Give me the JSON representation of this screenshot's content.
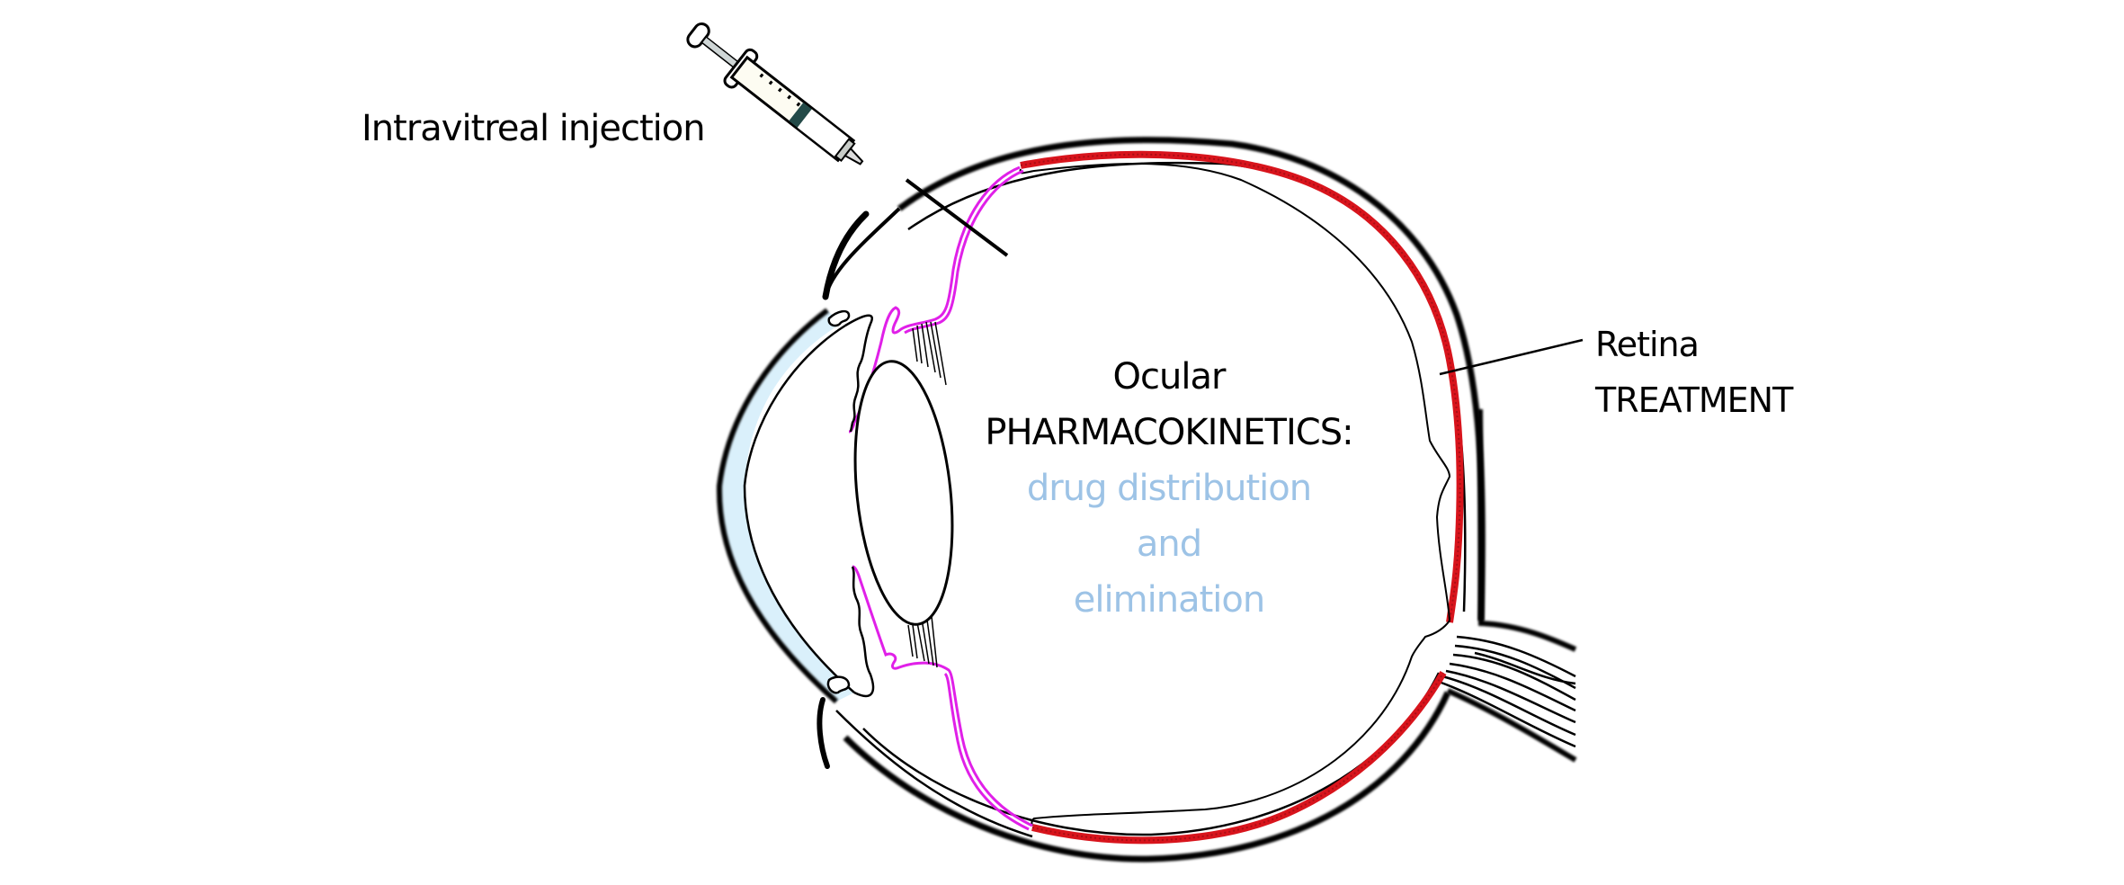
{
  "labels": {
    "injection": "Intravitreal injection",
    "title_line1": "Ocular",
    "title_line2": "PHARMACOKINETICS:",
    "subtitle_line1": "drug distribution",
    "subtitle_line2": "and",
    "subtitle_line3": "elimination",
    "retina_line1": "Retina",
    "retina_line2": "TREATMENT"
  },
  "colors": {
    "outline": "#000000",
    "retina": "#d8141c",
    "ciliary_body": "#e020e8",
    "cornea_fill": "#daf0fb",
    "subtitle_text": "#9dc3e6"
  },
  "icons": {
    "syringe": "syringe-icon"
  }
}
